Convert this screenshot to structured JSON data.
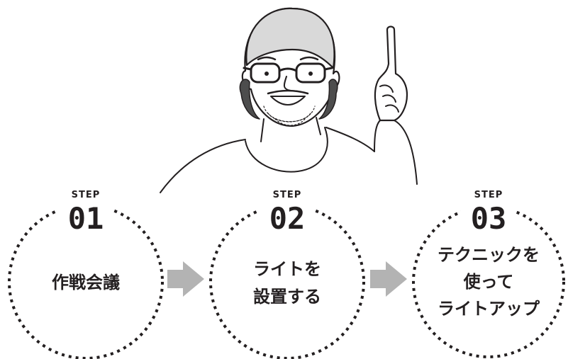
{
  "steps": [
    {
      "step_word": "STEP",
      "number": "01",
      "lines": [
        "作戦会議"
      ]
    },
    {
      "step_word": "STEP",
      "number": "02",
      "lines": [
        "ライトを",
        "設置する"
      ]
    },
    {
      "step_word": "STEP",
      "number": "03",
      "lines": [
        "テクニックを",
        "使って",
        "ライトアップ"
      ]
    }
  ],
  "colors": {
    "ink": "#231f20",
    "arrow": "#b3b3b3",
    "background": "#ffffff"
  },
  "illustration": {
    "icon": "man-with-glasses-raising-index-finger-icon"
  }
}
